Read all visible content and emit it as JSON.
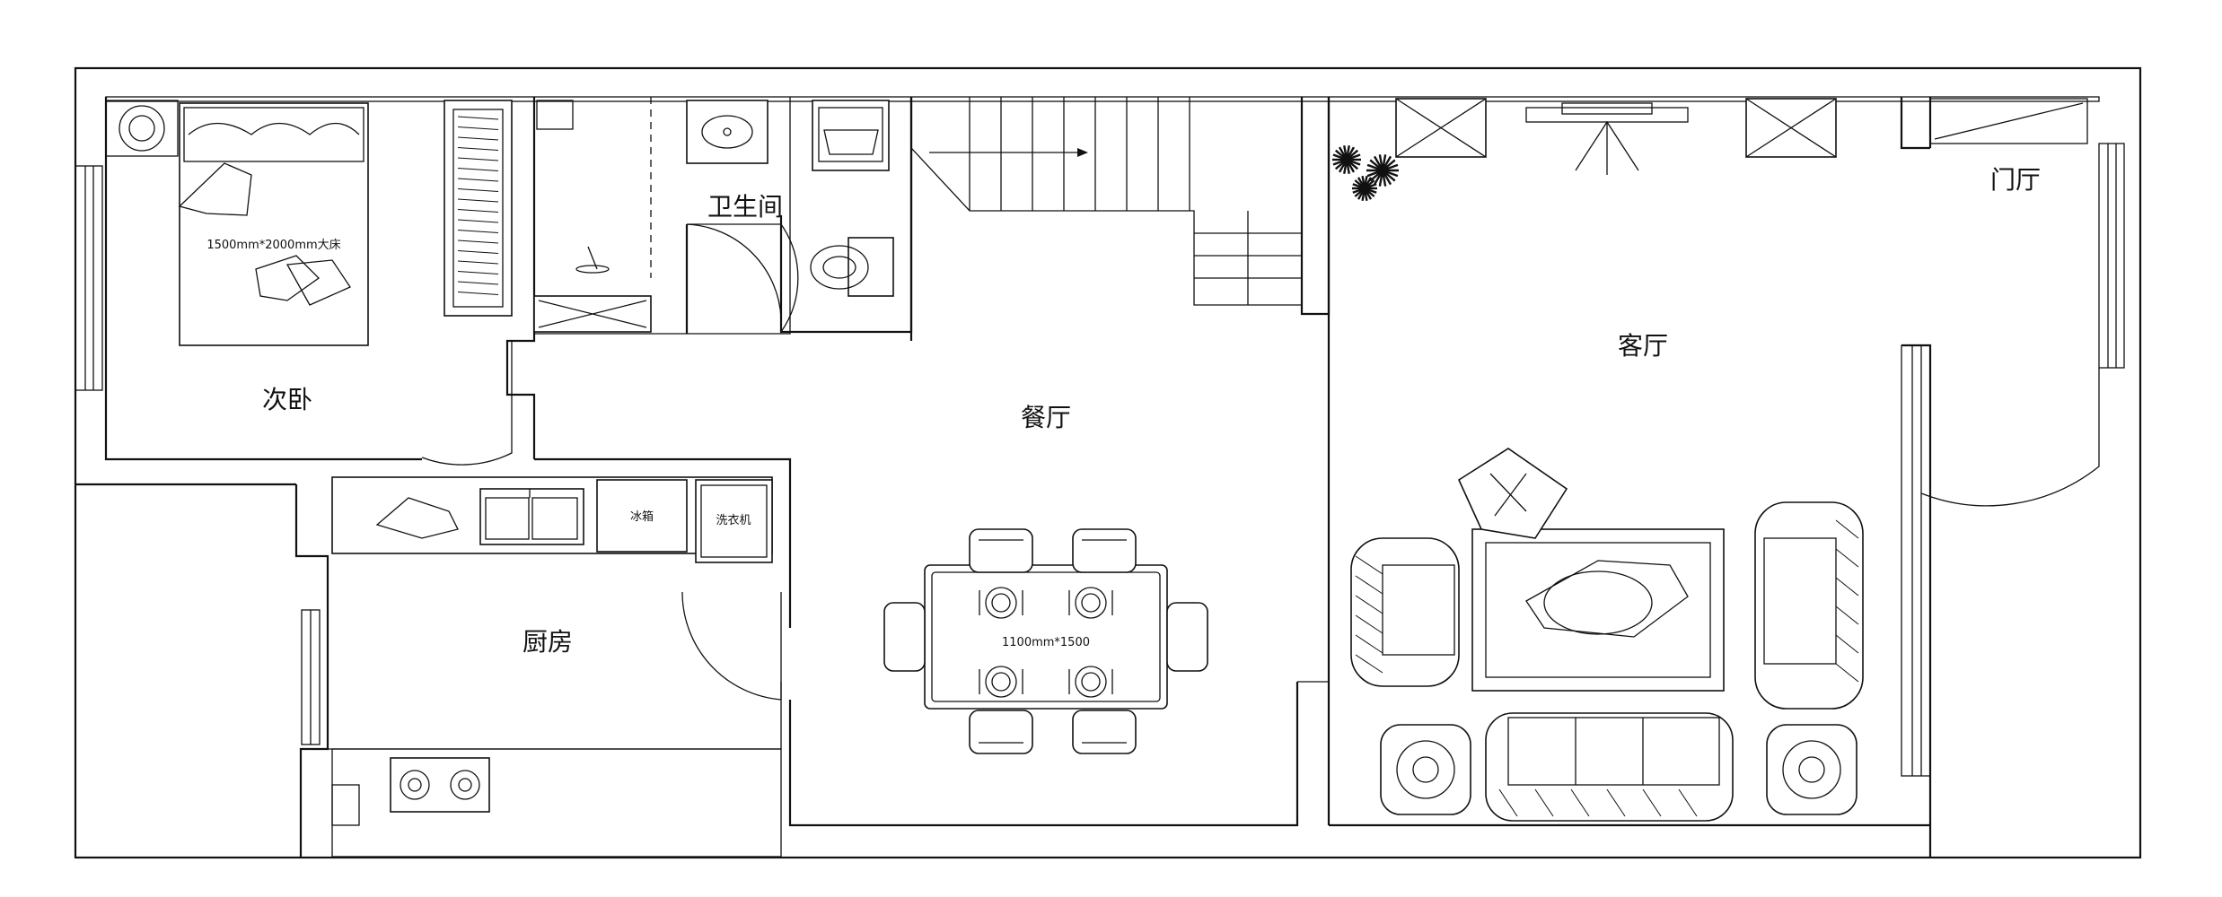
{
  "rooms": {
    "second_bedroom": "次卧",
    "bathroom": "卫生间",
    "dining": "餐厅",
    "living": "客厅",
    "foyer": "门厅",
    "kitchen": "厨房"
  },
  "annotations": {
    "bed_size": "1500mm*2000mm大床",
    "table_size": "1100mm*1500",
    "fridge": "冰箱",
    "washer": "洗衣机"
  },
  "colors": {
    "line": "#111111",
    "background": "#ffffff"
  },
  "icons": [
    "bed-icon",
    "wardrobe-icon",
    "sink-icon",
    "toilet-icon",
    "washing-machine-icon",
    "stairs-icon",
    "plant-icon",
    "tv-cabinet-icon",
    "dining-table-icon",
    "sofa-icon",
    "armchair-icon",
    "stove-icon",
    "kitchen-sink-icon"
  ]
}
